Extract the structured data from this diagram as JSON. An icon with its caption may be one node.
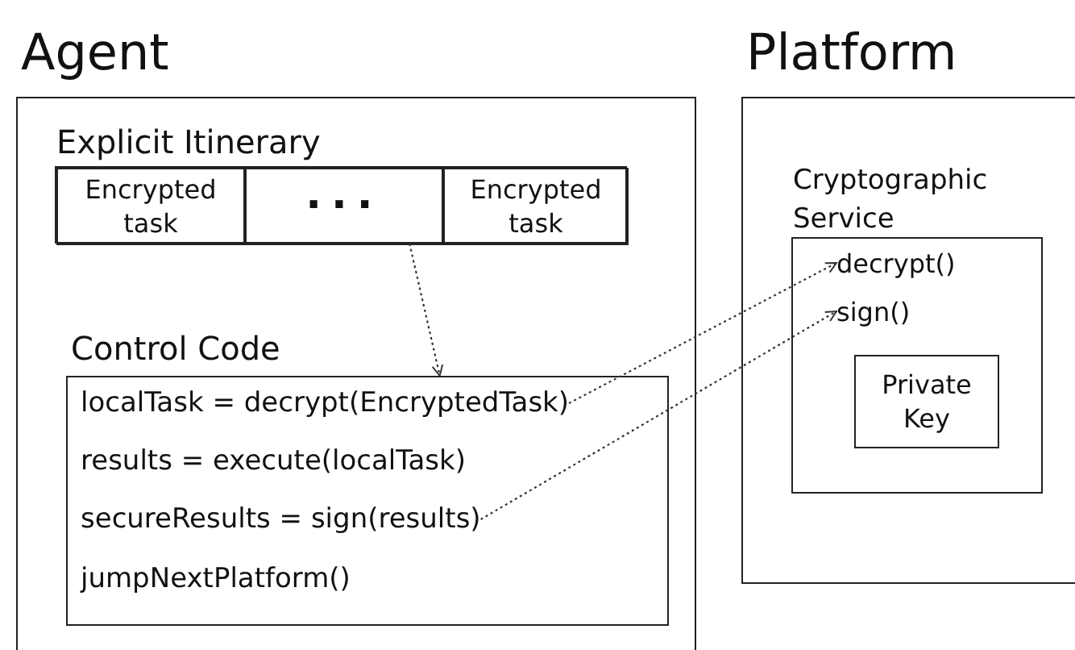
{
  "diagram": {
    "nodes": [
      {
        "text": [
          "Agent"
        ]
      },
      {
        "text": [
          "Explicit Itinerary"
        ],
        "in": 0
      },
      {
        "text": [
          "Encrypted task"
        ],
        "in": 1
      },
      {
        "text": [
          "..."
        ],
        "in": 1
      },
      {
        "text": [
          "Encrypted task"
        ],
        "in": 1
      },
      {
        "text": [
          "Control Code"
        ],
        "in": 0
      },
      {
        "text": [
          "localTask = decrypt(EncryptedTask)"
        ],
        "in": 5
      },
      {
        "text": [
          "results = execute(localTask)"
        ],
        "in": 5
      },
      {
        "text": [
          "secureResults = sign(results)"
        ],
        "in": 5
      },
      {
        "text": [
          "jumpNextPlatform()"
        ],
        "in": 5
      },
      {
        "text": [
          "Platform"
        ]
      },
      {
        "text": [
          "Cryptographic Service"
        ],
        "in": 10
      },
      {
        "text": [
          "decrypt()"
        ],
        "in": 11
      },
      {
        "text": [
          "sign()"
        ],
        "in": 11
      },
      {
        "text": [
          "Private Key"
        ],
        "in": 11
      }
    ],
    "edges": [
      {
        "from": 1,
        "to": 5,
        "arrow": "to",
        "style": "dashed"
      },
      {
        "from": 6,
        "to": 12,
        "arrow": "to",
        "style": "dashed"
      },
      {
        "from": 8,
        "to": 13,
        "arrow": "to",
        "style": "dashed"
      }
    ]
  }
}
